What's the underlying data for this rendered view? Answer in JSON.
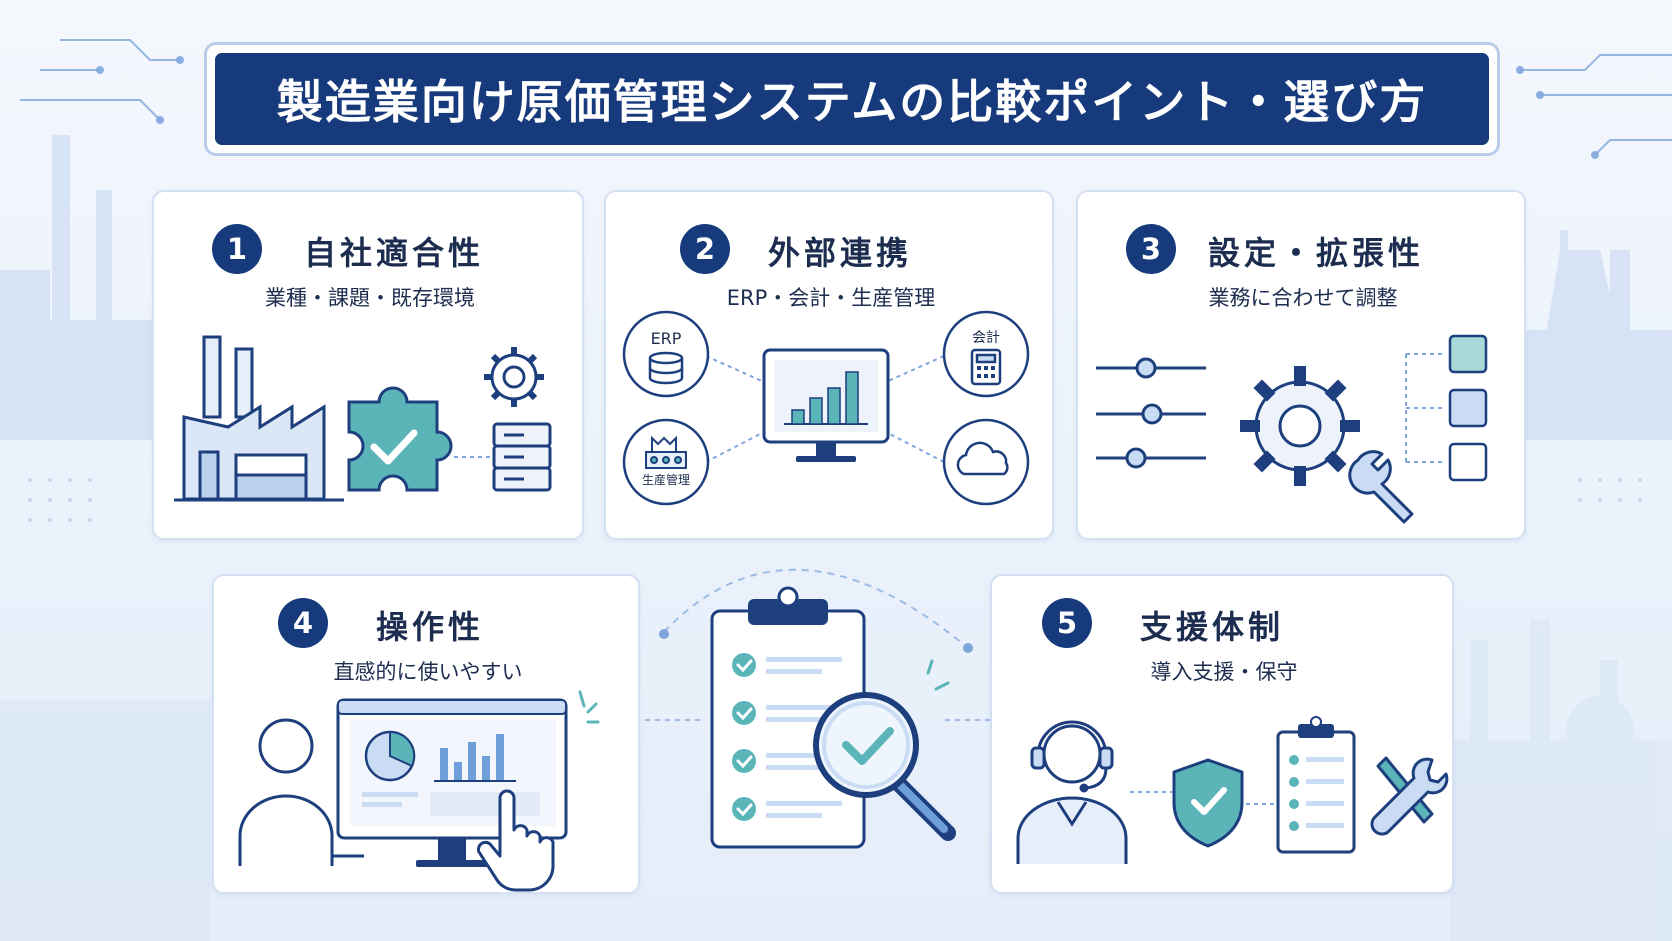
{
  "title": "製造業向け原価管理システムの比較ポイント・選び方",
  "colors": {
    "primary": "#163a7c",
    "accent_teal": "#5bb5b8",
    "light_blue": "#c9dcf3",
    "card_border": "#d3e0f2"
  },
  "cards": [
    {
      "number": "1",
      "title": "自社適合性",
      "subtitle": "業種・課題・既存環境",
      "icons": [
        "factory-icon",
        "puzzle-check-icon",
        "gear-icon",
        "server-icon"
      ]
    },
    {
      "number": "2",
      "title": "外部連携",
      "subtitle": "ERP・会計・生産管理",
      "icons": [
        "database-icon",
        "calculator-icon",
        "monitor-chart-icon",
        "cloud-icon",
        "factory-icon"
      ],
      "labels": {
        "erp": "ERP",
        "accounting": "会計",
        "production": "生産管理"
      }
    },
    {
      "number": "3",
      "title": "設定・拡張性",
      "subtitle": "業務に合わせて調整",
      "icons": [
        "slider-icon",
        "gear-icon",
        "wrench-icon",
        "module-blocks-icon"
      ]
    },
    {
      "number": "4",
      "title": "操作性",
      "subtitle": "直感的に使いやすい",
      "icons": [
        "user-icon",
        "monitor-dashboard-icon",
        "hand-pointer-icon"
      ]
    },
    {
      "number": "5",
      "title": "支援体制",
      "subtitle": "導入支援・保守",
      "icons": [
        "support-operator-icon",
        "shield-check-icon",
        "clipboard-checklist-icon",
        "tools-icon"
      ]
    }
  ],
  "center": {
    "icons": [
      "clipboard-checklist-icon",
      "magnifier-check-icon"
    ]
  }
}
